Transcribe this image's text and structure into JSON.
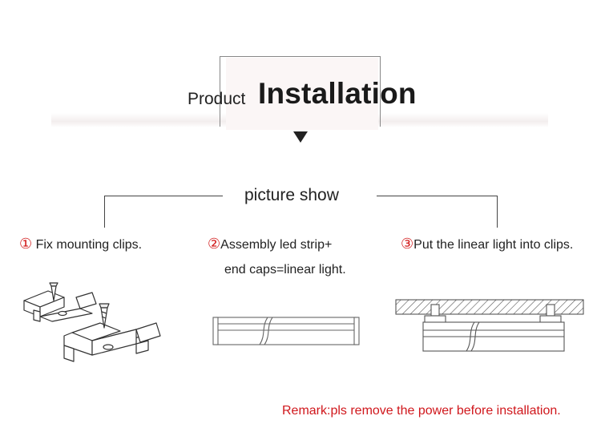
{
  "header": {
    "title_small": "Product",
    "title_big": "Installation"
  },
  "section": {
    "label": "picture show"
  },
  "steps": [
    {
      "number": "①",
      "text": "Fix mounting clips."
    },
    {
      "number": "②",
      "text": "Assembly led strip+",
      "text2": "end caps=linear light."
    },
    {
      "number": "③",
      "text": "Put the linear light into clips."
    }
  ],
  "remark": "Remark:pls remove the power before installation.",
  "colors": {
    "accent_red": "#d0171c",
    "line": "#444444"
  },
  "icons": [
    "mounting-clips-illustration",
    "linear-light-illustration",
    "ceiling-installation-illustration",
    "down-arrow-icon"
  ]
}
